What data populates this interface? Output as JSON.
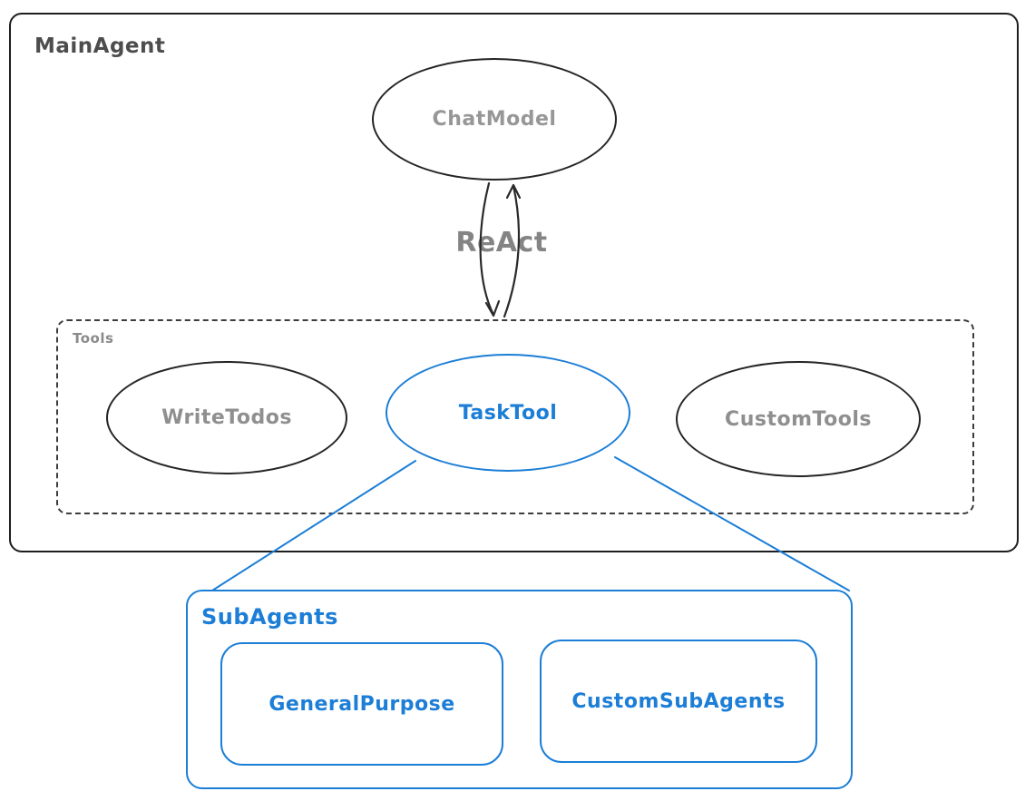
{
  "labels": {
    "main_agent": "MainAgent",
    "chat_model": "ChatModel",
    "react": "ReAct",
    "tools": "Tools",
    "write_todos": "WriteTodos",
    "task_tool": "TaskTool",
    "custom_tools": "CustomTools",
    "subagents": "SubAgents",
    "general_purpose": "GeneralPurpose",
    "custom_subagents": "CustomSubAgents"
  },
  "colors": {
    "dark_stroke": "#2a2a2a",
    "gray_text": "#8e8e8e",
    "blue": "#1c7ed6"
  }
}
